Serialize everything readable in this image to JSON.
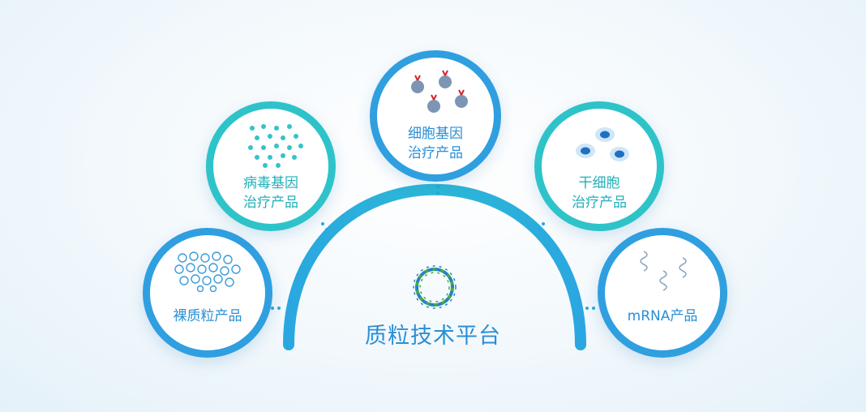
{
  "platform": {
    "title": "质粒技术平台",
    "icon": "plasmid-dna-ring-icon"
  },
  "nodes": [
    {
      "id": "naked-plasmid",
      "line1": "裸质粒产品",
      "line2": "",
      "icon": "plasmid-circles-icon",
      "ring_color": "#2f9fe0"
    },
    {
      "id": "viral-gene-therapy",
      "line1": "病毒基因",
      "line2": "治疗产品",
      "icon": "virus-particles-icon",
      "ring_color": "#2ec3c9"
    },
    {
      "id": "cell-gene-therapy",
      "line1": "细胞基因",
      "line2": "治疗产品",
      "icon": "immune-cells-icon",
      "ring_color": "#2f9fe0"
    },
    {
      "id": "stem-cell",
      "line1": "干细胞",
      "line2": "治疗产品",
      "icon": "stem-cells-icon",
      "ring_color": "#2ec3c9"
    },
    {
      "id": "mrna",
      "line1": "mRNA产品",
      "line2": "",
      "icon": "rna-strands-icon",
      "ring_color": "#2f9fe0"
    }
  ],
  "colors": {
    "teal": "#2ec3c9",
    "blue": "#2f9fe0",
    "arc": "#29a6dd"
  }
}
